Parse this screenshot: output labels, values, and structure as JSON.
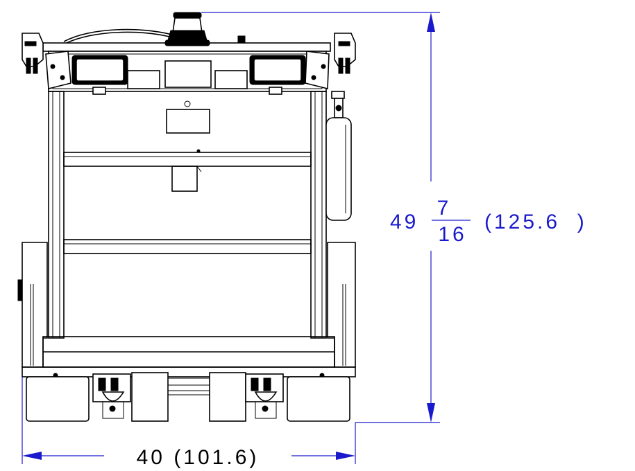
{
  "dimensions": {
    "height": {
      "whole": "49",
      "numerator": "7",
      "denominator": "16",
      "metric": "(125.6  )"
    },
    "width": {
      "label": "40 (101.6)"
    }
  },
  "colors": {
    "dimension": "#1a1acc",
    "outline": "#000000",
    "background": "#ffffff"
  }
}
